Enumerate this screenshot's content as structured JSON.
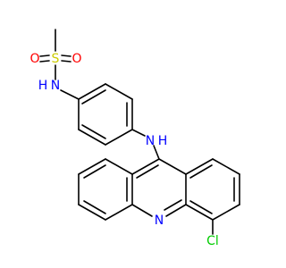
{
  "molecule": {
    "atom_colors": {
      "C": "#000000",
      "N": "#0000ff",
      "O": "#ff0000",
      "S": "#cccc00",
      "Cl": "#00cc00"
    },
    "labels": {
      "sulfur": "S",
      "oxygen_left": "O",
      "oxygen_right": "O",
      "sulfonamide_n": "N",
      "sulfonamide_h": "H",
      "amine_n": "N",
      "amine_h": "H",
      "ring_n": "N",
      "chlorine": "Cl"
    }
  }
}
